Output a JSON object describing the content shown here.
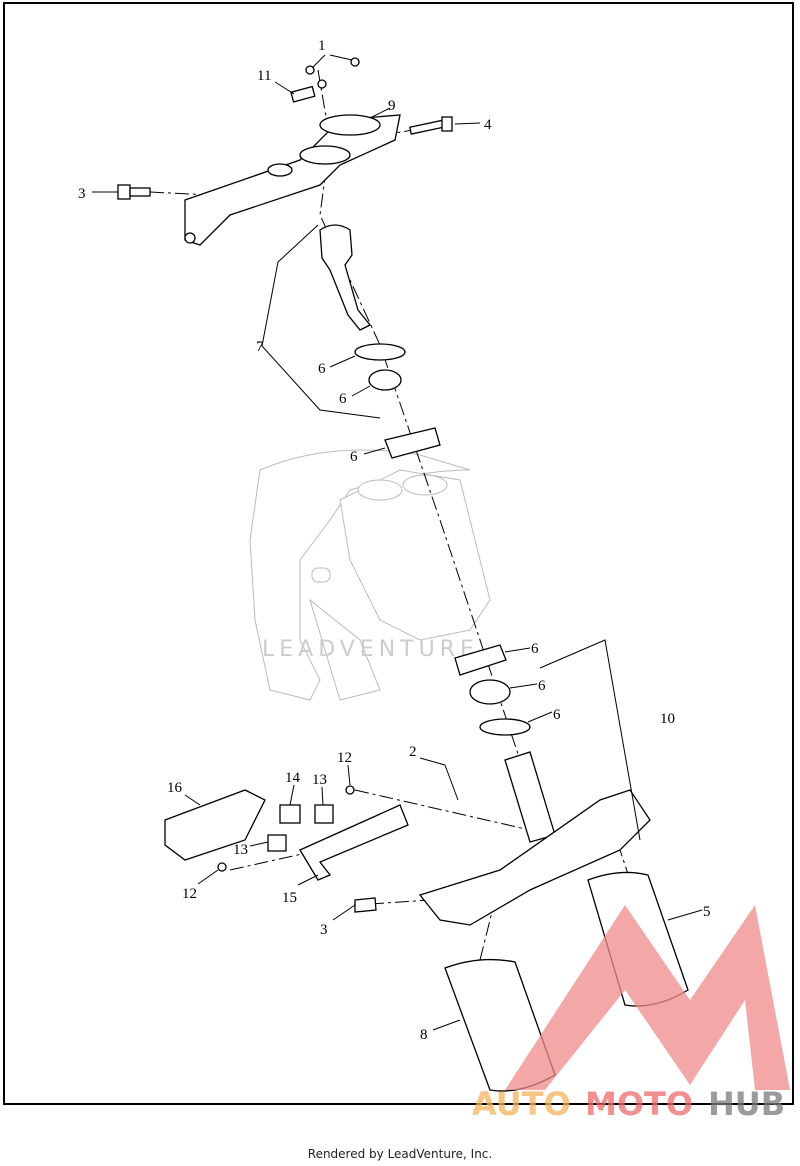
{
  "diagram": {
    "callouts": [
      "1",
      "11",
      "9",
      "4",
      "3",
      "7",
      "6",
      "6",
      "6",
      "6",
      "6",
      "6",
      "10",
      "2",
      "12",
      "14",
      "13",
      "16",
      "13",
      "12",
      "15",
      "3",
      "5",
      "8"
    ]
  },
  "watermarks": {
    "center": "LEADVENTURE",
    "brand_auto": "AUTO",
    "brand_moto": "MOTO",
    "brand_hub": "HUB",
    "colors": {
      "auto": "#f5b35a",
      "moto": "#ef6a6a",
      "hub": "#7a7a7a",
      "logo": "#f08a8a"
    }
  },
  "footer": {
    "text": "Rendered by LeadVenture, Inc."
  }
}
